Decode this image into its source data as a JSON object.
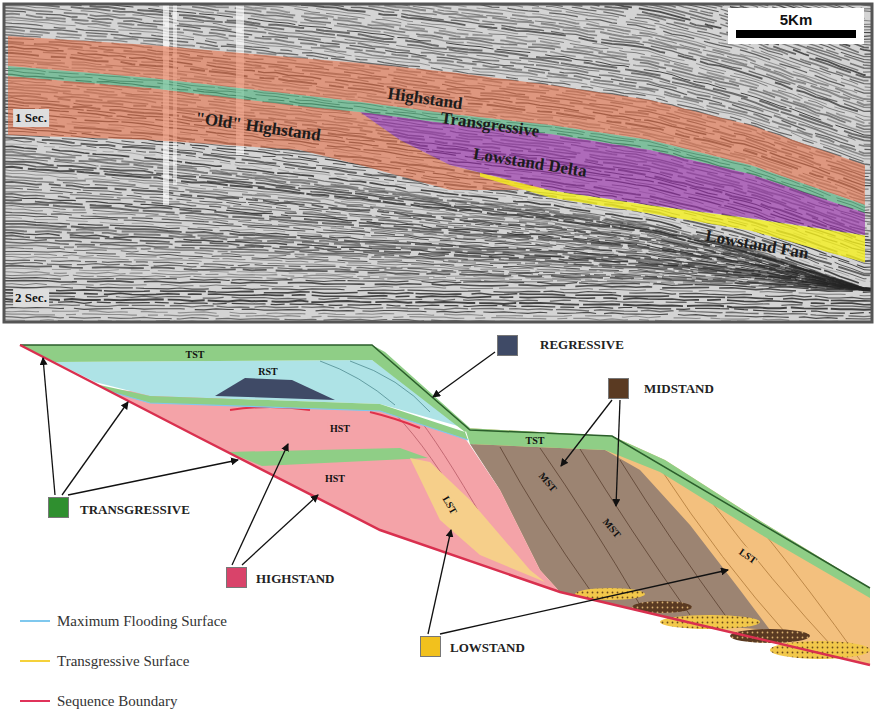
{
  "diagram": {
    "nodes": [
      {
        "text": [
          "Highstand"
        ]
      },
      {
        "text": [
          "\"Old\" Highstand"
        ]
      },
      {
        "text": [
          "Transgressive"
        ]
      },
      {
        "text": [
          "Lowstand Delta"
        ]
      },
      {
        "text": [
          "Lowstand Fan"
        ]
      }
    ],
    "labels": [
      "5Km",
      "1 Sec.",
      "2 Sec.",
      "TST",
      "RST",
      "HST",
      "LST",
      "HST",
      "TST",
      "MST",
      "MST",
      "LST"
    ],
    "legend": [
      {
        "text": "REGRESSIVE",
        "color": "#3f4a66"
      },
      {
        "text": "MIDSTAND",
        "color": "#5a3a22"
      },
      {
        "text": "TRANSGRESSIVE",
        "color": "#2f8f2f"
      },
      {
        "text": "HIGHSTAND",
        "color": "#d9436a"
      },
      {
        "text": "LOWSTAND",
        "color": "#f2c11d"
      },
      {
        "text": "Maximum Flooding Surface"
      },
      {
        "text": "Transgressive Surface"
      },
      {
        "text": "Sequence Boundary"
      }
    ]
  }
}
